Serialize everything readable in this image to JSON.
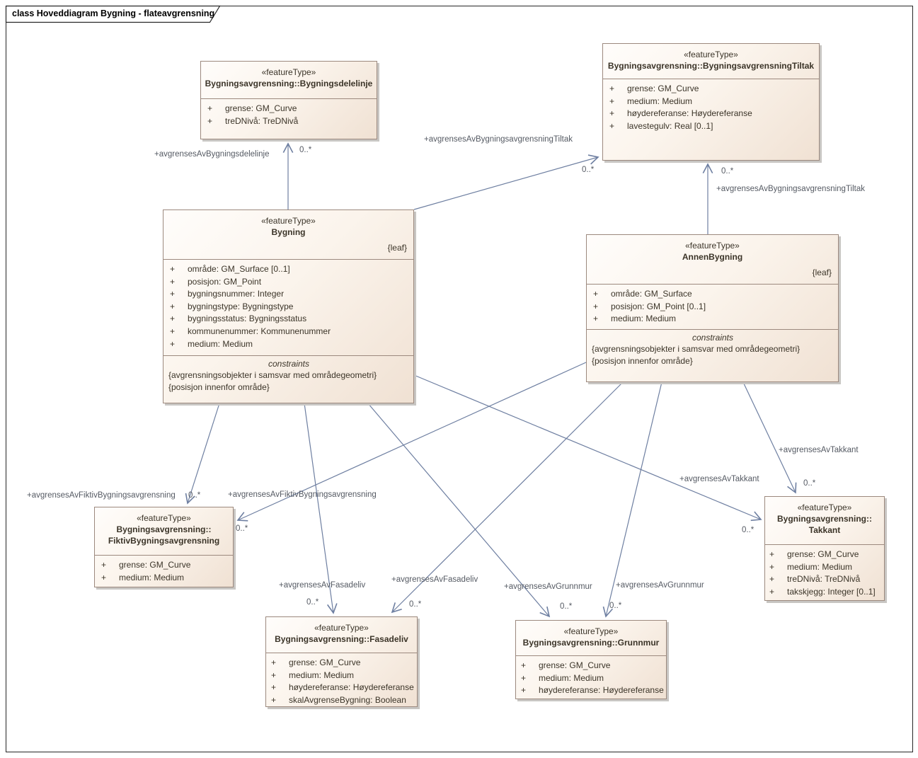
{
  "frame": {
    "title": "class Hoveddiagram Bygning - flateavgrensning"
  },
  "colors": {
    "connector": "#6e7fa1",
    "box_border": "#9c897e",
    "box_fill_light": "#fffdfb",
    "box_fill_dark": "#f0e1d3",
    "box_text": "#3b3428",
    "edge_label": "#555a63",
    "frame_border": "#262626"
  },
  "classes": [
    {
      "stereotype": "«featureType»",
      "name": "Bygningsavgrensning::Bygningsdelelinje",
      "attributes": [
        {
          "vis": "+",
          "text": "grense: GM_Curve"
        },
        {
          "vis": "+",
          "text": "treDNivå: TreDNivå"
        }
      ]
    },
    {
      "stereotype": "«featureType»",
      "name": "Bygningsavgrensning::BygningsavgrensningTiltak",
      "attributes": [
        {
          "vis": "+",
          "text": "grense: GM_Curve"
        },
        {
          "vis": "+",
          "text": "medium: Medium"
        },
        {
          "vis": "+",
          "text": "høydereferanse: Høydereferanse"
        },
        {
          "vis": "+",
          "text": "lavestegulv: Real [0..1]"
        }
      ]
    },
    {
      "stereotype": "«featureType»",
      "name": "Bygning",
      "leaf": "{leaf}",
      "attributes": [
        {
          "vis": "+",
          "text": "område: GM_Surface [0..1]"
        },
        {
          "vis": "+",
          "text": "posisjon: GM_Point"
        },
        {
          "vis": "+",
          "text": "bygningsnummer: Integer"
        },
        {
          "vis": "+",
          "text": "bygningstype: Bygningstype"
        },
        {
          "vis": "+",
          "text": "bygningsstatus: Bygningsstatus"
        },
        {
          "vis": "+",
          "text": "kommunenummer: Kommunenummer"
        },
        {
          "vis": "+",
          "text": "medium: Medium"
        }
      ],
      "constraints_title": "constraints",
      "constraints": [
        "{avgrensningsobjekter i samsvar med områdegeometri}",
        "{posisjon innenfor område}"
      ]
    },
    {
      "stereotype": "«featureType»",
      "name": "AnnenBygning",
      "leaf": "{leaf}",
      "attributes": [
        {
          "vis": "+",
          "text": "område: GM_Surface"
        },
        {
          "vis": "+",
          "text": "posisjon: GM_Point [0..1]"
        },
        {
          "vis": "+",
          "text": "medium: Medium"
        }
      ],
      "constraints_title": "constraints",
      "constraints": [
        "{avgrensningsobjekter i samsvar med områdegeometri}",
        "{posisjon innenfor område}"
      ]
    },
    {
      "stereotype": "«featureType»",
      "name": "Bygningsavgrensning::",
      "name2": "FiktivBygningsavgrensning",
      "attributes": [
        {
          "vis": "+",
          "text": "grense: GM_Curve"
        },
        {
          "vis": "+",
          "text": "medium: Medium"
        }
      ]
    },
    {
      "stereotype": "«featureType»",
      "name": "Bygningsavgrensning::Fasadeliv",
      "attributes": [
        {
          "vis": "+",
          "text": "grense: GM_Curve"
        },
        {
          "vis": "+",
          "text": "medium: Medium"
        },
        {
          "vis": "+",
          "text": "høydereferanse: Høydereferanse"
        },
        {
          "vis": "+",
          "text": "skalAvgrenseBygning: Boolean"
        }
      ]
    },
    {
      "stereotype": "«featureType»",
      "name": "Bygningsavgrensning::Grunnmur",
      "attributes": [
        {
          "vis": "+",
          "text": "grense: GM_Curve"
        },
        {
          "vis": "+",
          "text": "medium: Medium"
        },
        {
          "vis": "+",
          "text": "høydereferanse: Høydereferanse"
        }
      ]
    },
    {
      "stereotype": "«featureType»",
      "name": "Bygningsavgrensning::",
      "name2": "Takkant",
      "attributes": [
        {
          "vis": "+",
          "text": "grense: GM_Curve"
        },
        {
          "vis": "+",
          "text": "medium: Medium"
        },
        {
          "vis": "+",
          "text": "treDNivå: TreDNivå"
        },
        {
          "vis": "+",
          "text": "takskjegg: Integer [0..1]"
        }
      ]
    }
  ],
  "edges": [
    {
      "from": "Bygning",
      "to": "Bygningsavgrensning::Bygningsdelelinje",
      "label": "+avgrensesAvBygningsdelelinje",
      "mult": "0..*"
    },
    {
      "from": "Bygning",
      "to": "Bygningsavgrensning::BygningsavgrensningTiltak",
      "label": "+avgrensesAvBygningsavgrensningTiltak",
      "mult": "0..*"
    },
    {
      "from": "AnnenBygning",
      "to": "Bygningsavgrensning::BygningsavgrensningTiltak",
      "label": "+avgrensesAvBygningsavgrensningTiltak",
      "mult": "0..*"
    },
    {
      "from": "Bygning",
      "to": "Bygningsavgrensning::FiktivBygningsavgrensning",
      "label": "+avgrensesAvFiktivBygningsavgrensning",
      "mult": "0..*"
    },
    {
      "from": "AnnenBygning",
      "to": "Bygningsavgrensning::FiktivBygningsavgrensning",
      "label": "+avgrensesAvFiktivBygningsavgrensning",
      "mult": "0..*"
    },
    {
      "from": "Bygning",
      "to": "Bygningsavgrensning::Fasadeliv",
      "label": "+avgrensesAvFasadeliv",
      "mult": "0..*"
    },
    {
      "from": "AnnenBygning",
      "to": "Bygningsavgrensning::Fasadeliv",
      "label": "+avgrensesAvFasadeliv",
      "mult": "0..*"
    },
    {
      "from": "Bygning",
      "to": "Bygningsavgrensning::Grunnmur",
      "label": "+avgrensesAvGrunnmur",
      "mult": "0..*"
    },
    {
      "from": "AnnenBygning",
      "to": "Bygningsavgrensning::Grunnmur",
      "label": "+avgrensesAvGrunnmur",
      "mult": "0..*"
    },
    {
      "from": "Bygning",
      "to": "Bygningsavgrensning::Takkant",
      "label": "+avgrensesAvTakkant",
      "mult": "0..*"
    },
    {
      "from": "AnnenBygning",
      "to": "Bygningsavgrensning::Takkant",
      "label": "+avgrensesAvTakkant",
      "mult": "0..*"
    }
  ]
}
